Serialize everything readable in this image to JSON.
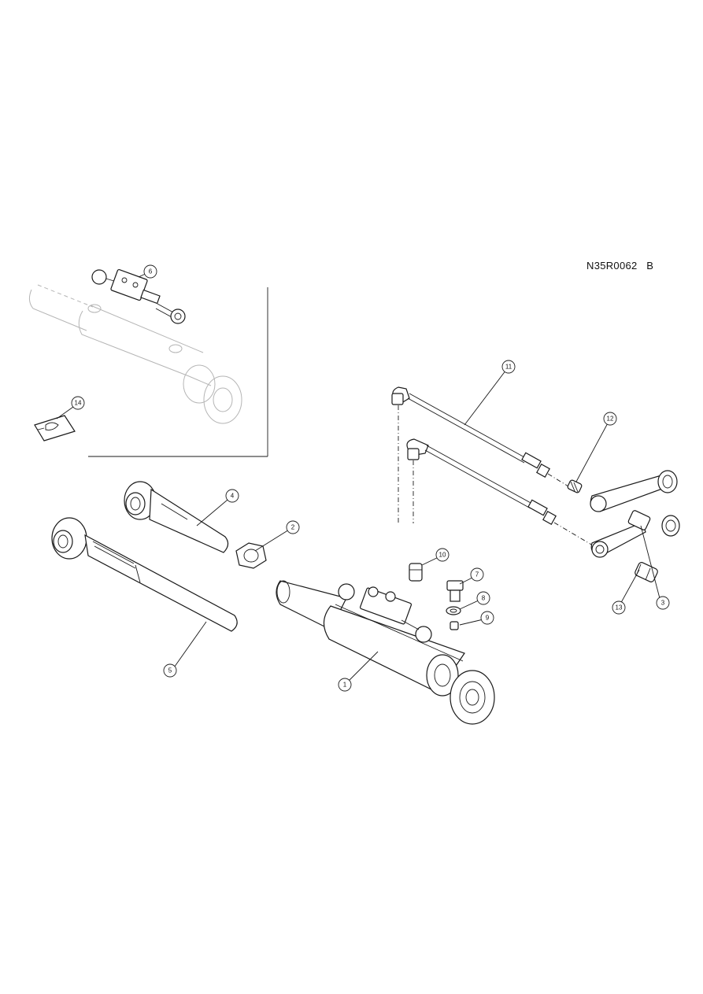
{
  "diagram": {
    "reference_code": "N35R0062   B",
    "callouts": {
      "c1": "1",
      "c2": "2",
      "c3": "3",
      "c4": "4",
      "c5": "5",
      "c6": "6",
      "c7": "7",
      "c8": "8",
      "c9": "9",
      "c10": "10",
      "c11": "11",
      "c12": "12",
      "c13": "13",
      "c14": "14"
    }
  }
}
